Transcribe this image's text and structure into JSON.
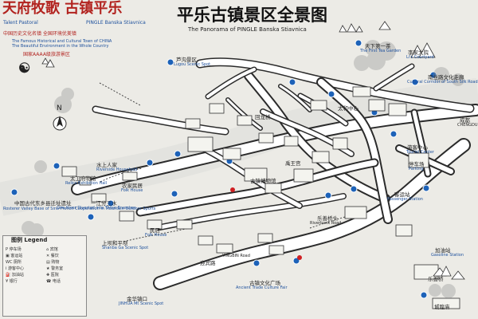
{
  "header": {
    "left_title": "天府牧歌 古镇平乐",
    "left_sub_1": "Talent Pastoral",
    "left_sub_2": "PINGLE Banska Stiavnica",
    "left_red_line": "中国历史文化名镇 全国环境优美镇",
    "left_blue_line_1": "The Famous Historical and Cultural Town of CHINA",
    "left_blue_line_2": "The Beautiful Environment in the Whole Country",
    "left_red_line_2": "国家AAAA级旅游景区",
    "main_title": "平乐古镇景区全景图",
    "main_subtitle": "The Panorama of PINGLE Banska Stiavnica"
  },
  "map": {
    "north_label": "N"
  },
  "labels": [
    {
      "text": "芦沟景区",
      "en": "Lugou Scenic Spot"
    },
    {
      "text": "天下第一茶",
      "en": "The First Tea Garden"
    },
    {
      "text": "李家大院",
      "en": "Li's Courtyard"
    },
    {
      "text": "南丝路文化走廊",
      "en": "Cultural Corridor of South Silk Road"
    },
    {
      "text": "成都",
      "en": "CHENGDU"
    },
    {
      "text": "太和中心",
      "en": ""
    },
    {
      "text": "游客中心",
      "en": "Tourist Center"
    },
    {
      "text": "停车场",
      "en": "Parking"
    },
    {
      "text": "客运站",
      "en": "Passenger Station"
    },
    {
      "text": "加油站",
      "en": "Gasoline Station"
    },
    {
      "text": "城隍庙",
      "en": ""
    },
    {
      "text": "乐善桥",
      "en": ""
    },
    {
      "text": "农家民居",
      "en": "Folk House"
    },
    {
      "text": "水上人家",
      "en": "Riverside Household"
    },
    {
      "text": "太工府物馆",
      "en": "Relics Exhibition Hall"
    },
    {
      "text": "中国古代东乡县迁址遗址",
      "en": "Rosterer Valley Base of Sino-French Cooperation in Mountain Outdoor Sports"
    },
    {
      "text": "一江分三水",
      "en": "One River Diverted into Three Branches"
    },
    {
      "text": "古镇博物馆",
      "en": ""
    },
    {
      "text": "迎宾路",
      "en": "YINGBIN Road"
    },
    {
      "text": "古镇文化广场",
      "en": "Ancient Trade Culture Fair"
    },
    {
      "text": "金华镇口",
      "en": "JINHUA Mt Scenic Spot"
    },
    {
      "text": "上坝和平坝",
      "en": "Shanba Ga Scenic Spot"
    },
    {
      "text": "回龙桥",
      "en": ""
    },
    {
      "text": "乐善桥头",
      "en": "Riverbank Road"
    },
    {
      "text": "民居",
      "en": "Folk House"
    },
    {
      "text": "禹王宫",
      "en": ""
    }
  ],
  "legend": {
    "title": "图例 Legend",
    "items": [
      {
        "icon": "P",
        "label": "停车场"
      },
      {
        "icon": "bus",
        "label": "客运站"
      },
      {
        "icon": "WC",
        "label": "厕所"
      },
      {
        "icon": "i",
        "label": "游客中心"
      },
      {
        "icon": "fuel",
        "label": "加油站"
      },
      {
        "icon": "bank",
        "label": "银行"
      },
      {
        "icon": "hotel",
        "label": "宾馆"
      },
      {
        "icon": "food",
        "label": "餐饮"
      },
      {
        "icon": "shop",
        "label": "购物"
      },
      {
        "icon": "police",
        "label": "警务室"
      },
      {
        "icon": "hospital",
        "label": "医院"
      },
      {
        "icon": "phone",
        "label": "电话"
      }
    ]
  },
  "colors": {
    "red": "#b2231f",
    "blue": "#1c4f9c",
    "road": "#ffffff",
    "road_edge": "#222222",
    "river": "#f7f7f4",
    "river_edge": "#8f8f8f"
  }
}
